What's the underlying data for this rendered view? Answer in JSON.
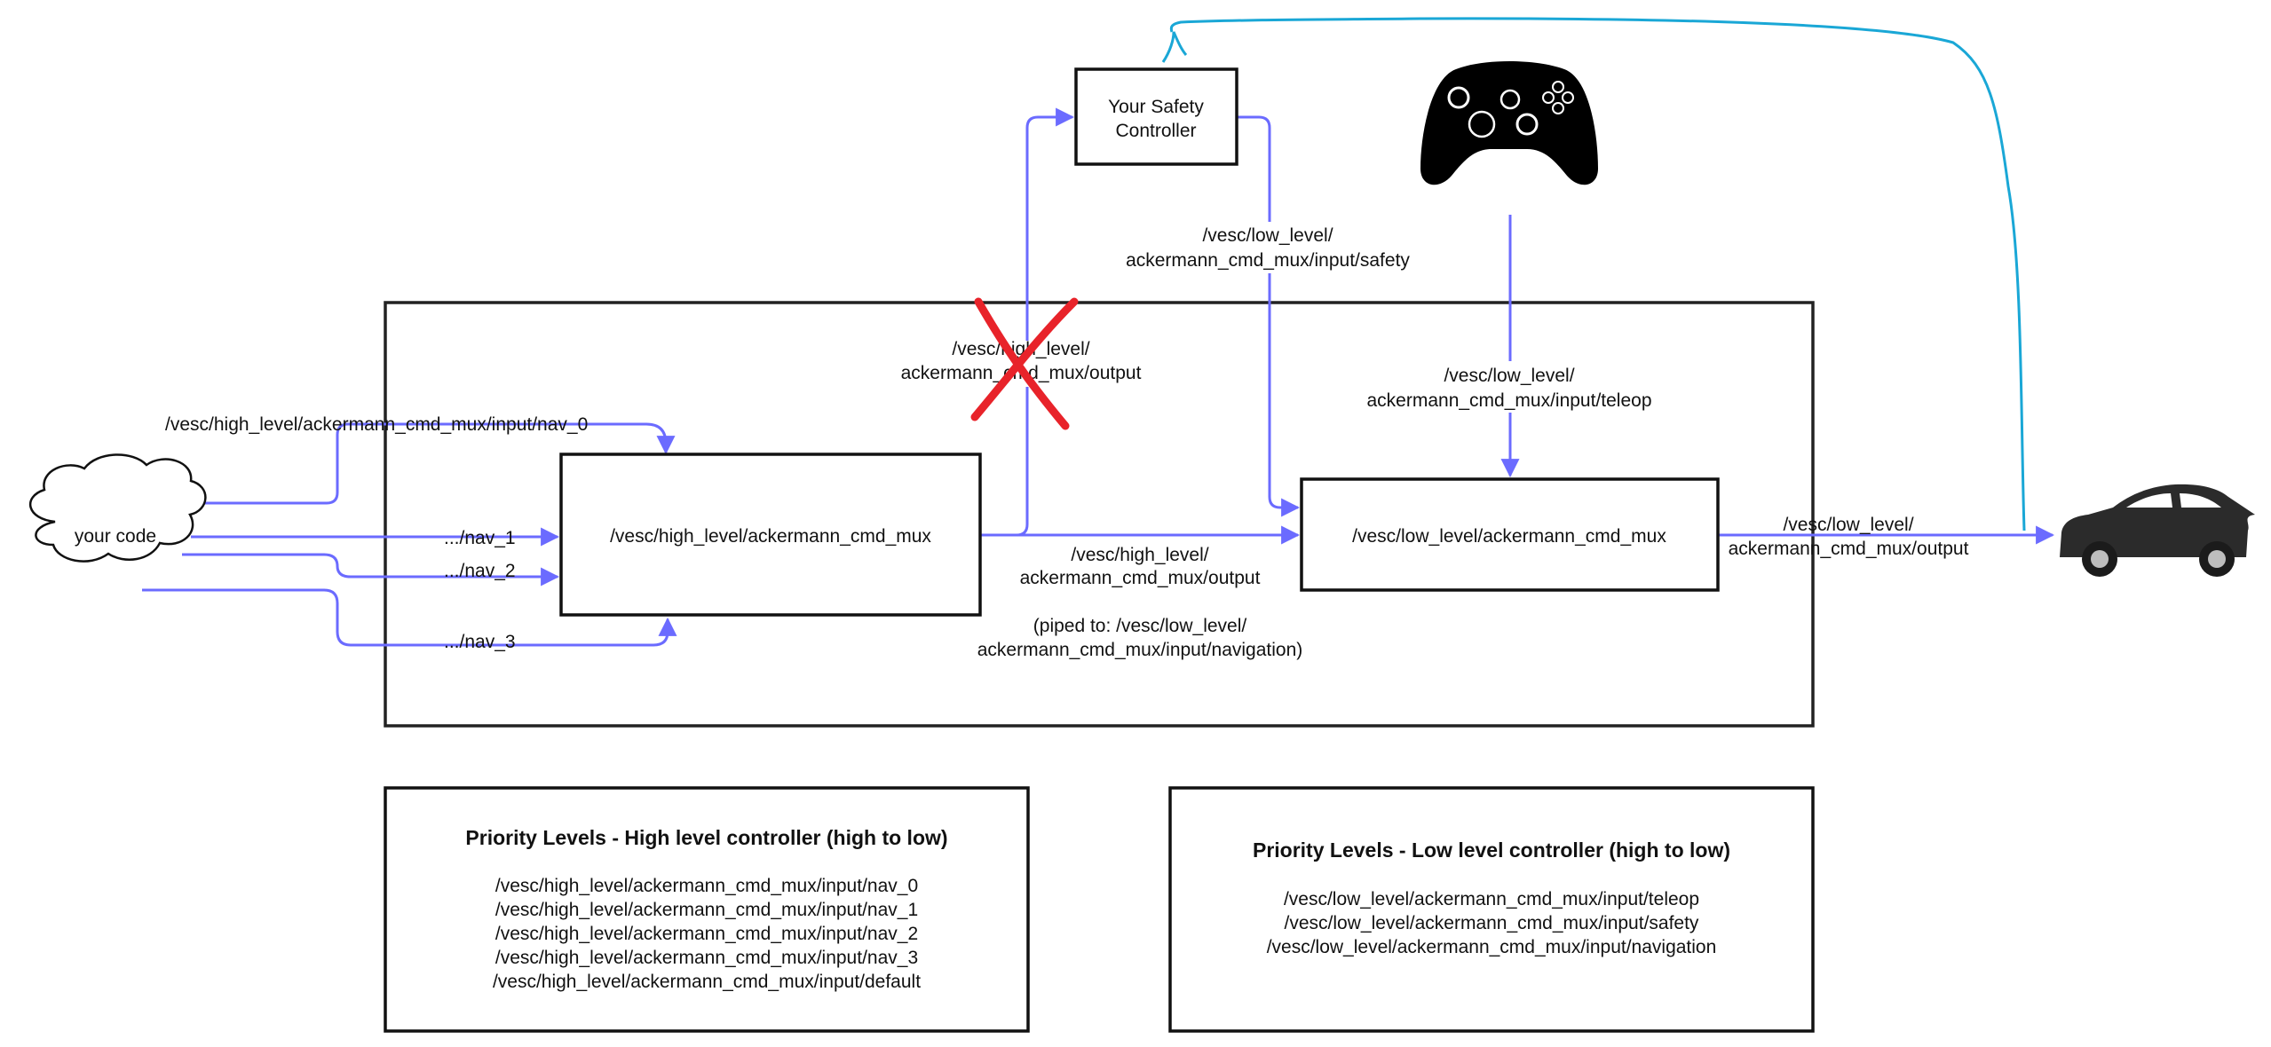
{
  "nodes": {
    "your_code": "your code",
    "high_mux": "/vesc/high_level/ackermann_cmd_mux",
    "low_mux": "/vesc/low_level/ackermann_cmd_mux",
    "safety_line1": "Your Safety",
    "safety_line2": "Controller"
  },
  "edges": {
    "nav0": "/vesc/high_level/ackermann_cmd_mux/input/nav_0",
    "nav1": ".../nav_1",
    "nav2": ".../nav_2",
    "nav3": ".../nav_3",
    "high_output_struck": [
      "/vesc/high_level/",
      "ackermann_cmd_mux/output"
    ],
    "high_output": [
      "/vesc/high_level/",
      "ackermann_cmd_mux/output"
    ],
    "piped": [
      "(piped to: /vesc/low_level/",
      "ackermann_cmd_mux/input/navigation)"
    ],
    "safety_input": [
      "/vesc/low_level/",
      "ackermann_cmd_mux/input/safety"
    ],
    "teleop_input": [
      "/vesc/low_level/",
      "ackermann_cmd_mux/input/teleop"
    ],
    "low_output": [
      "/vesc/low_level/",
      "ackermann_cmd_mux/output"
    ]
  },
  "priority_high": {
    "title": "Priority Levels - High level controller  (high to low)",
    "items": [
      "/vesc/high_level/ackermann_cmd_mux/input/nav_0",
      "/vesc/high_level/ackermann_cmd_mux/input/nav_1",
      "/vesc/high_level/ackermann_cmd_mux/input/nav_2",
      "/vesc/high_level/ackermann_cmd_mux/input/nav_3",
      "/vesc/high_level/ackermann_cmd_mux/input/default"
    ]
  },
  "priority_low": {
    "title": "Priority Levels - Low level controller  (high to low)",
    "items": [
      "/vesc/low_level/ackermann_cmd_mux/input/teleop",
      "/vesc/low_level/ackermann_cmd_mux/input/safety",
      "/vesc/low_level/ackermann_cmd_mux/input/navigation"
    ]
  },
  "icons": {
    "controller": "gamepad-icon",
    "car": "car-icon",
    "cross": "red-x-mark"
  },
  "colors": {
    "flow": "#6b6bff",
    "feedback": "#1aa7d6",
    "cross": "#e8232a",
    "box_stroke": "#111111"
  }
}
